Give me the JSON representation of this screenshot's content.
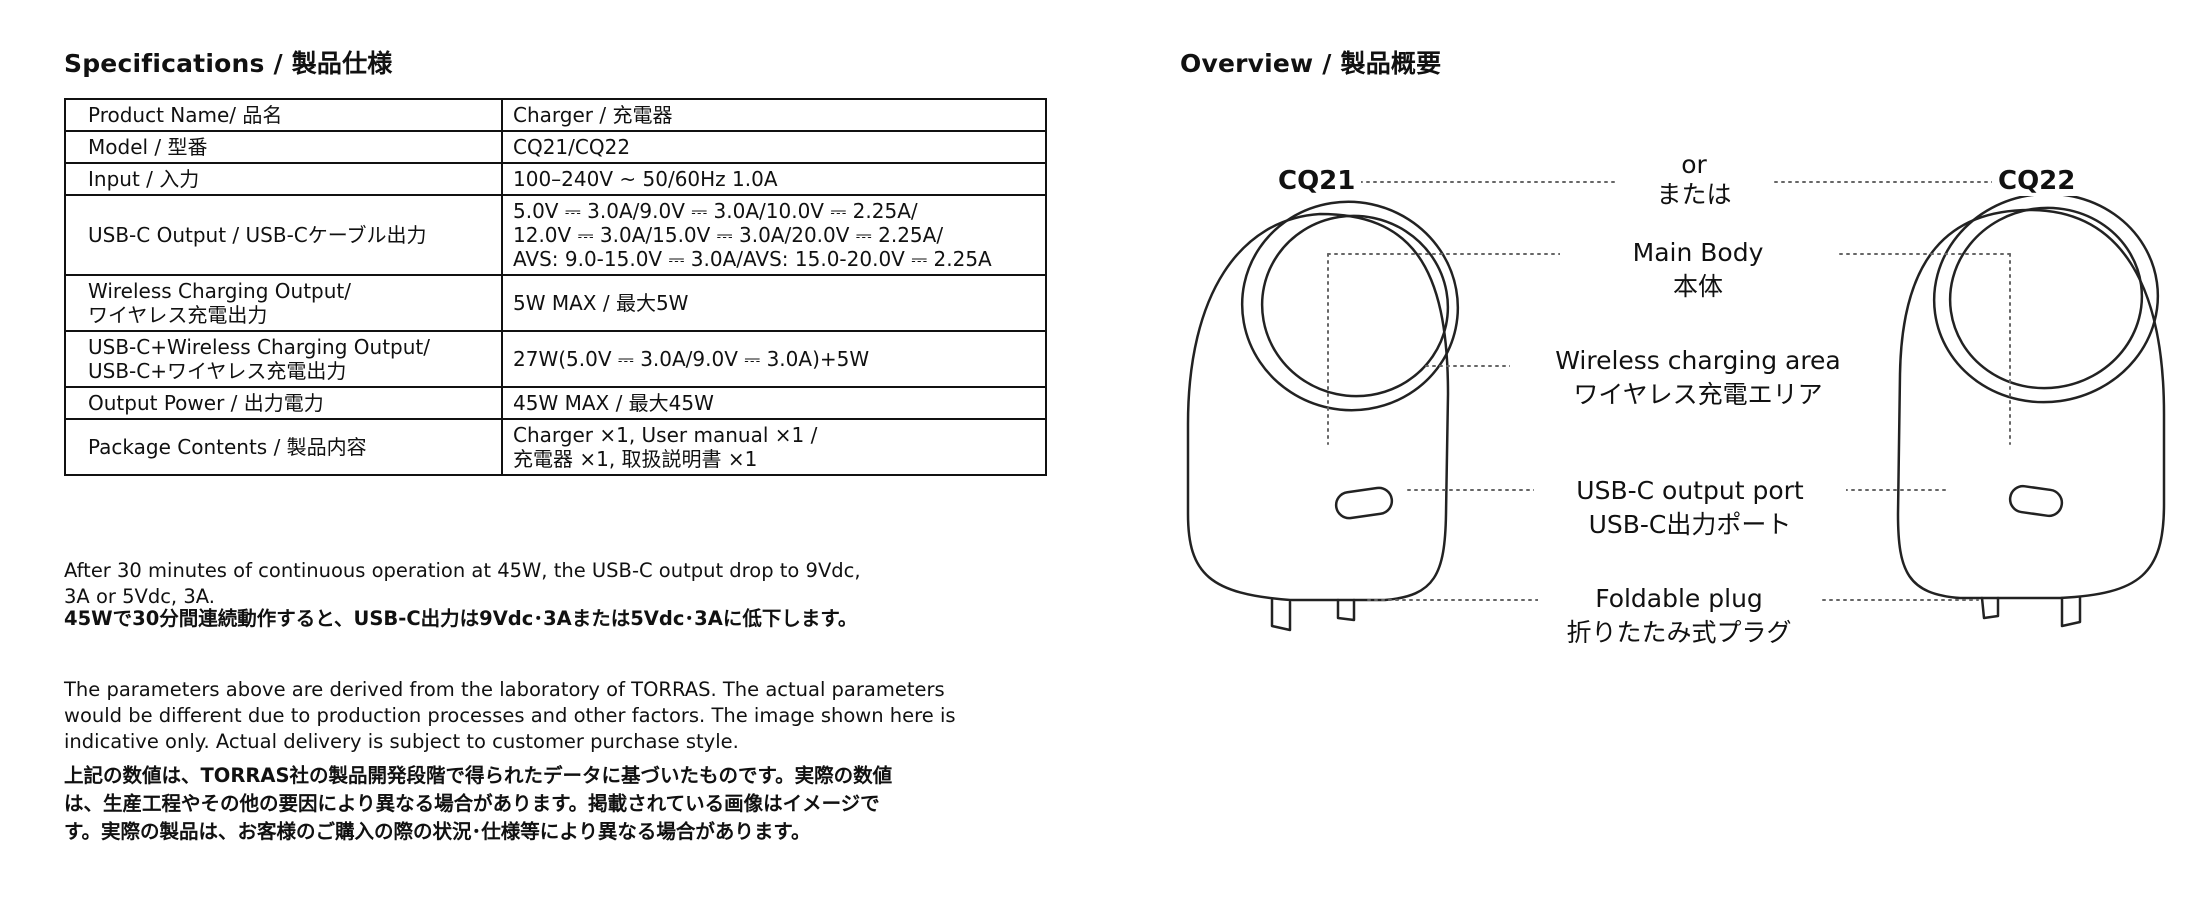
{
  "specifications": {
    "title": "Specifications / 製品仕様",
    "rows": [
      {
        "key": "Product Name/ 品名",
        "value": [
          "Charger / 充電器"
        ]
      },
      {
        "key": "Model / 型番",
        "value": [
          "CQ21/CQ22"
        ]
      },
      {
        "key": "Input / 入力",
        "value": [
          "100–240V ~ 50/60Hz 1.0A"
        ]
      },
      {
        "key": "USB-C Output / USB-Cケーブル出力",
        "value": [
          "5.0V ⎓ 3.0A/9.0V ⎓ 3.0A/10.0V ⎓ 2.25A/",
          "12.0V ⎓ 3.0A/15.0V ⎓ 3.0A/20.0V ⎓ 2.25A/",
          "AVS: 9.0-15.0V ⎓ 3.0A/AVS: 15.0-20.0V ⎓ 2.25A"
        ]
      },
      {
        "key": "Wireless Charging Output/\nワイヤレス充電出力",
        "value": [
          "5W MAX / 最大5W"
        ]
      },
      {
        "key": "USB-C+Wireless Charging Output/\nUSB-C+ワイヤレス充電出力",
        "value": [
          "27W(5.0V ⎓ 3.0A/9.0V ⎓ 3.0A)+5W"
        ]
      },
      {
        "key": "Output Power / 出力電力",
        "value": [
          "45W MAX  / 最大45W"
        ]
      },
      {
        "key": "Package Contents / 製品内容",
        "value": [
          "Charger ×1, User manual ×1 /",
          "充電器 ×1, 取扱説明書 ×1"
        ]
      }
    ]
  },
  "notes": {
    "drop_en": "After 30 minutes of continuous operation at 45W, the USB-C output drop to 9Vdc,\n3A or 5Vdc, 3A.",
    "drop_ja": "45Wで30分間連続動作すると、USB-C出力は9Vdc･3Aまたは5Vdc･3Aに低下します。",
    "disclaimer_en": "The parameters above are derived from the laboratory of TORRAS. The actual parameters\nwould be different due to production processes  and other factors. The image shown here is\nindicative only. Actual delivery is subject to customer purchase style.",
    "disclaimer_ja": "上記の数値は、TORRAS社の製品開発段階で得られたデータに基づいたものです。実際の数値\nは、生産工程やその他の要因により異なる場合があります。掲載されている画像はイメージで\nす。実際の製品は、お客様のご購入の際の状況･仕様等により異なる場合があります。"
  },
  "overview": {
    "title": "Overview / 製品概要",
    "model_left": "CQ21",
    "model_right": "CQ22",
    "or_en": "or",
    "or_ja": "または",
    "labels": [
      {
        "en": "Main Body",
        "ja": "本体"
      },
      {
        "en": "Wireless charging area",
        "ja": "ワイヤレス充電エリア"
      },
      {
        "en": "USB-C output port",
        "ja": "USB-C出力ポート"
      },
      {
        "en": "Foldable plug",
        "ja": "折りたたみ式プラグ"
      }
    ]
  }
}
